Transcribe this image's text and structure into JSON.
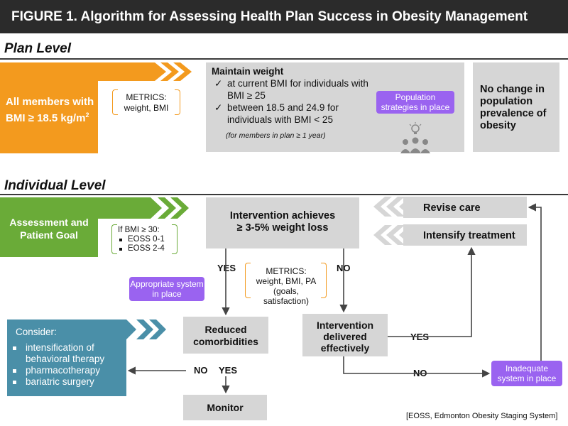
{
  "header": {
    "title": "FIGURE 1. Algorithm for Assessing Health Plan Success in Obesity Management"
  },
  "plan": {
    "section_title": "Plan Level",
    "members_line1": "All members with",
    "members_line2": "BMI ≥ 18.5 kg/m",
    "members_sup": "2",
    "metrics_line1": "METRICS:",
    "metrics_line2": "weight, BMI",
    "maintain_title": "Maintain weight",
    "maintain_items": [
      "at current BMI for individuals with BMI ≥ 25",
      "between 18.5 and 24.9 for individuals with BMI < 25"
    ],
    "maintain_note": "(for members in plan ≥ 1 year)",
    "population_label": "Population strategies in place",
    "outcome": "No change in population prevalence of obesity"
  },
  "individual": {
    "section_title": "Individual Level",
    "assessment_line1": "Assessment and",
    "assessment_line2": "Patient Goal",
    "criteria_title": "If BMI ≥ 30:",
    "criteria_items": [
      "EOSS 0-1",
      "EOSS 2-4"
    ],
    "intervention_line1": "Intervention achieves",
    "intervention_line2": "≥ 3-5% weight loss",
    "revise": "Revise care",
    "intensify": "Intensify treatment",
    "yes1": "YES",
    "no1": "NO",
    "metrics_line1": "METRICS:",
    "metrics_line2": "weight, BMI, PA",
    "metrics_line3": "(goals, satisfaction)",
    "appropriate": "Appropriate system in place",
    "reduced_line1": "Reduced",
    "reduced_line2": "comorbidities",
    "delivered_line1": "Intervention",
    "delivered_line2": "delivered",
    "delivered_line3": "effectively",
    "yes2": "YES",
    "consider_title": "Consider:",
    "consider_items": [
      "intensification of behavioral therapy",
      "pharmacotherapy",
      "bariatric surgery"
    ],
    "no2": "NO",
    "yes3": "YES",
    "no3": "NO",
    "inadequate": "Inadequate system in place",
    "monitor": "Monitor"
  },
  "footnote": "[EOSS, Edmonton Obesity Staging System]",
  "colors": {
    "header_bg": "#2b2b2b",
    "orange": "#f39a1e",
    "green": "#6aab38",
    "gray": "#d6d6d6",
    "purple": "#9a63f0",
    "teal": "#4a8fa8"
  },
  "icons": [
    "lightbulb-people-icon"
  ]
}
